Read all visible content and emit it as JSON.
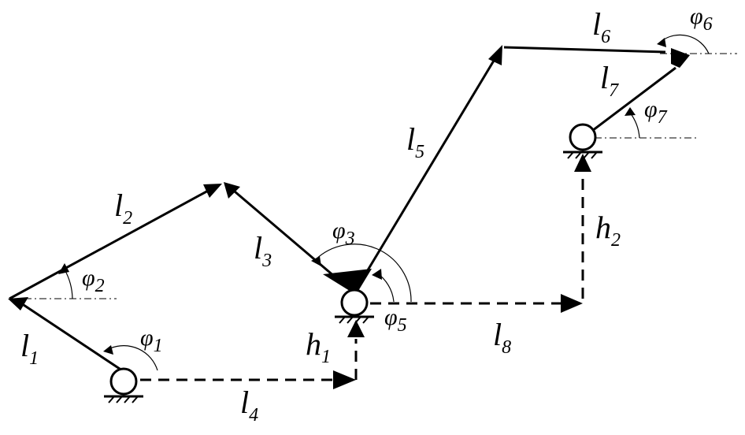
{
  "diagram": {
    "labels": {
      "l1": {
        "base": "l",
        "sub": "1"
      },
      "l2": {
        "base": "l",
        "sub": "2"
      },
      "l3": {
        "base": "l",
        "sub": "3"
      },
      "l4": {
        "base": "l",
        "sub": "4"
      },
      "l5": {
        "base": "l",
        "sub": "5"
      },
      "l6": {
        "base": "l",
        "sub": "6"
      },
      "l7": {
        "base": "l",
        "sub": "7"
      },
      "l8": {
        "base": "l",
        "sub": "8"
      },
      "h1": {
        "base": "h",
        "sub": "1"
      },
      "h2": {
        "base": "h",
        "sub": "2"
      },
      "phi1": {
        "base": "φ",
        "sub": "1"
      },
      "phi2": {
        "base": "φ",
        "sub": "2"
      },
      "phi3": {
        "base": "φ",
        "sub": "3"
      },
      "phi5": {
        "base": "φ",
        "sub": "5"
      },
      "phi6": {
        "base": "φ",
        "sub": "6"
      },
      "phi7": {
        "base": "φ",
        "sub": "7"
      }
    }
  }
}
